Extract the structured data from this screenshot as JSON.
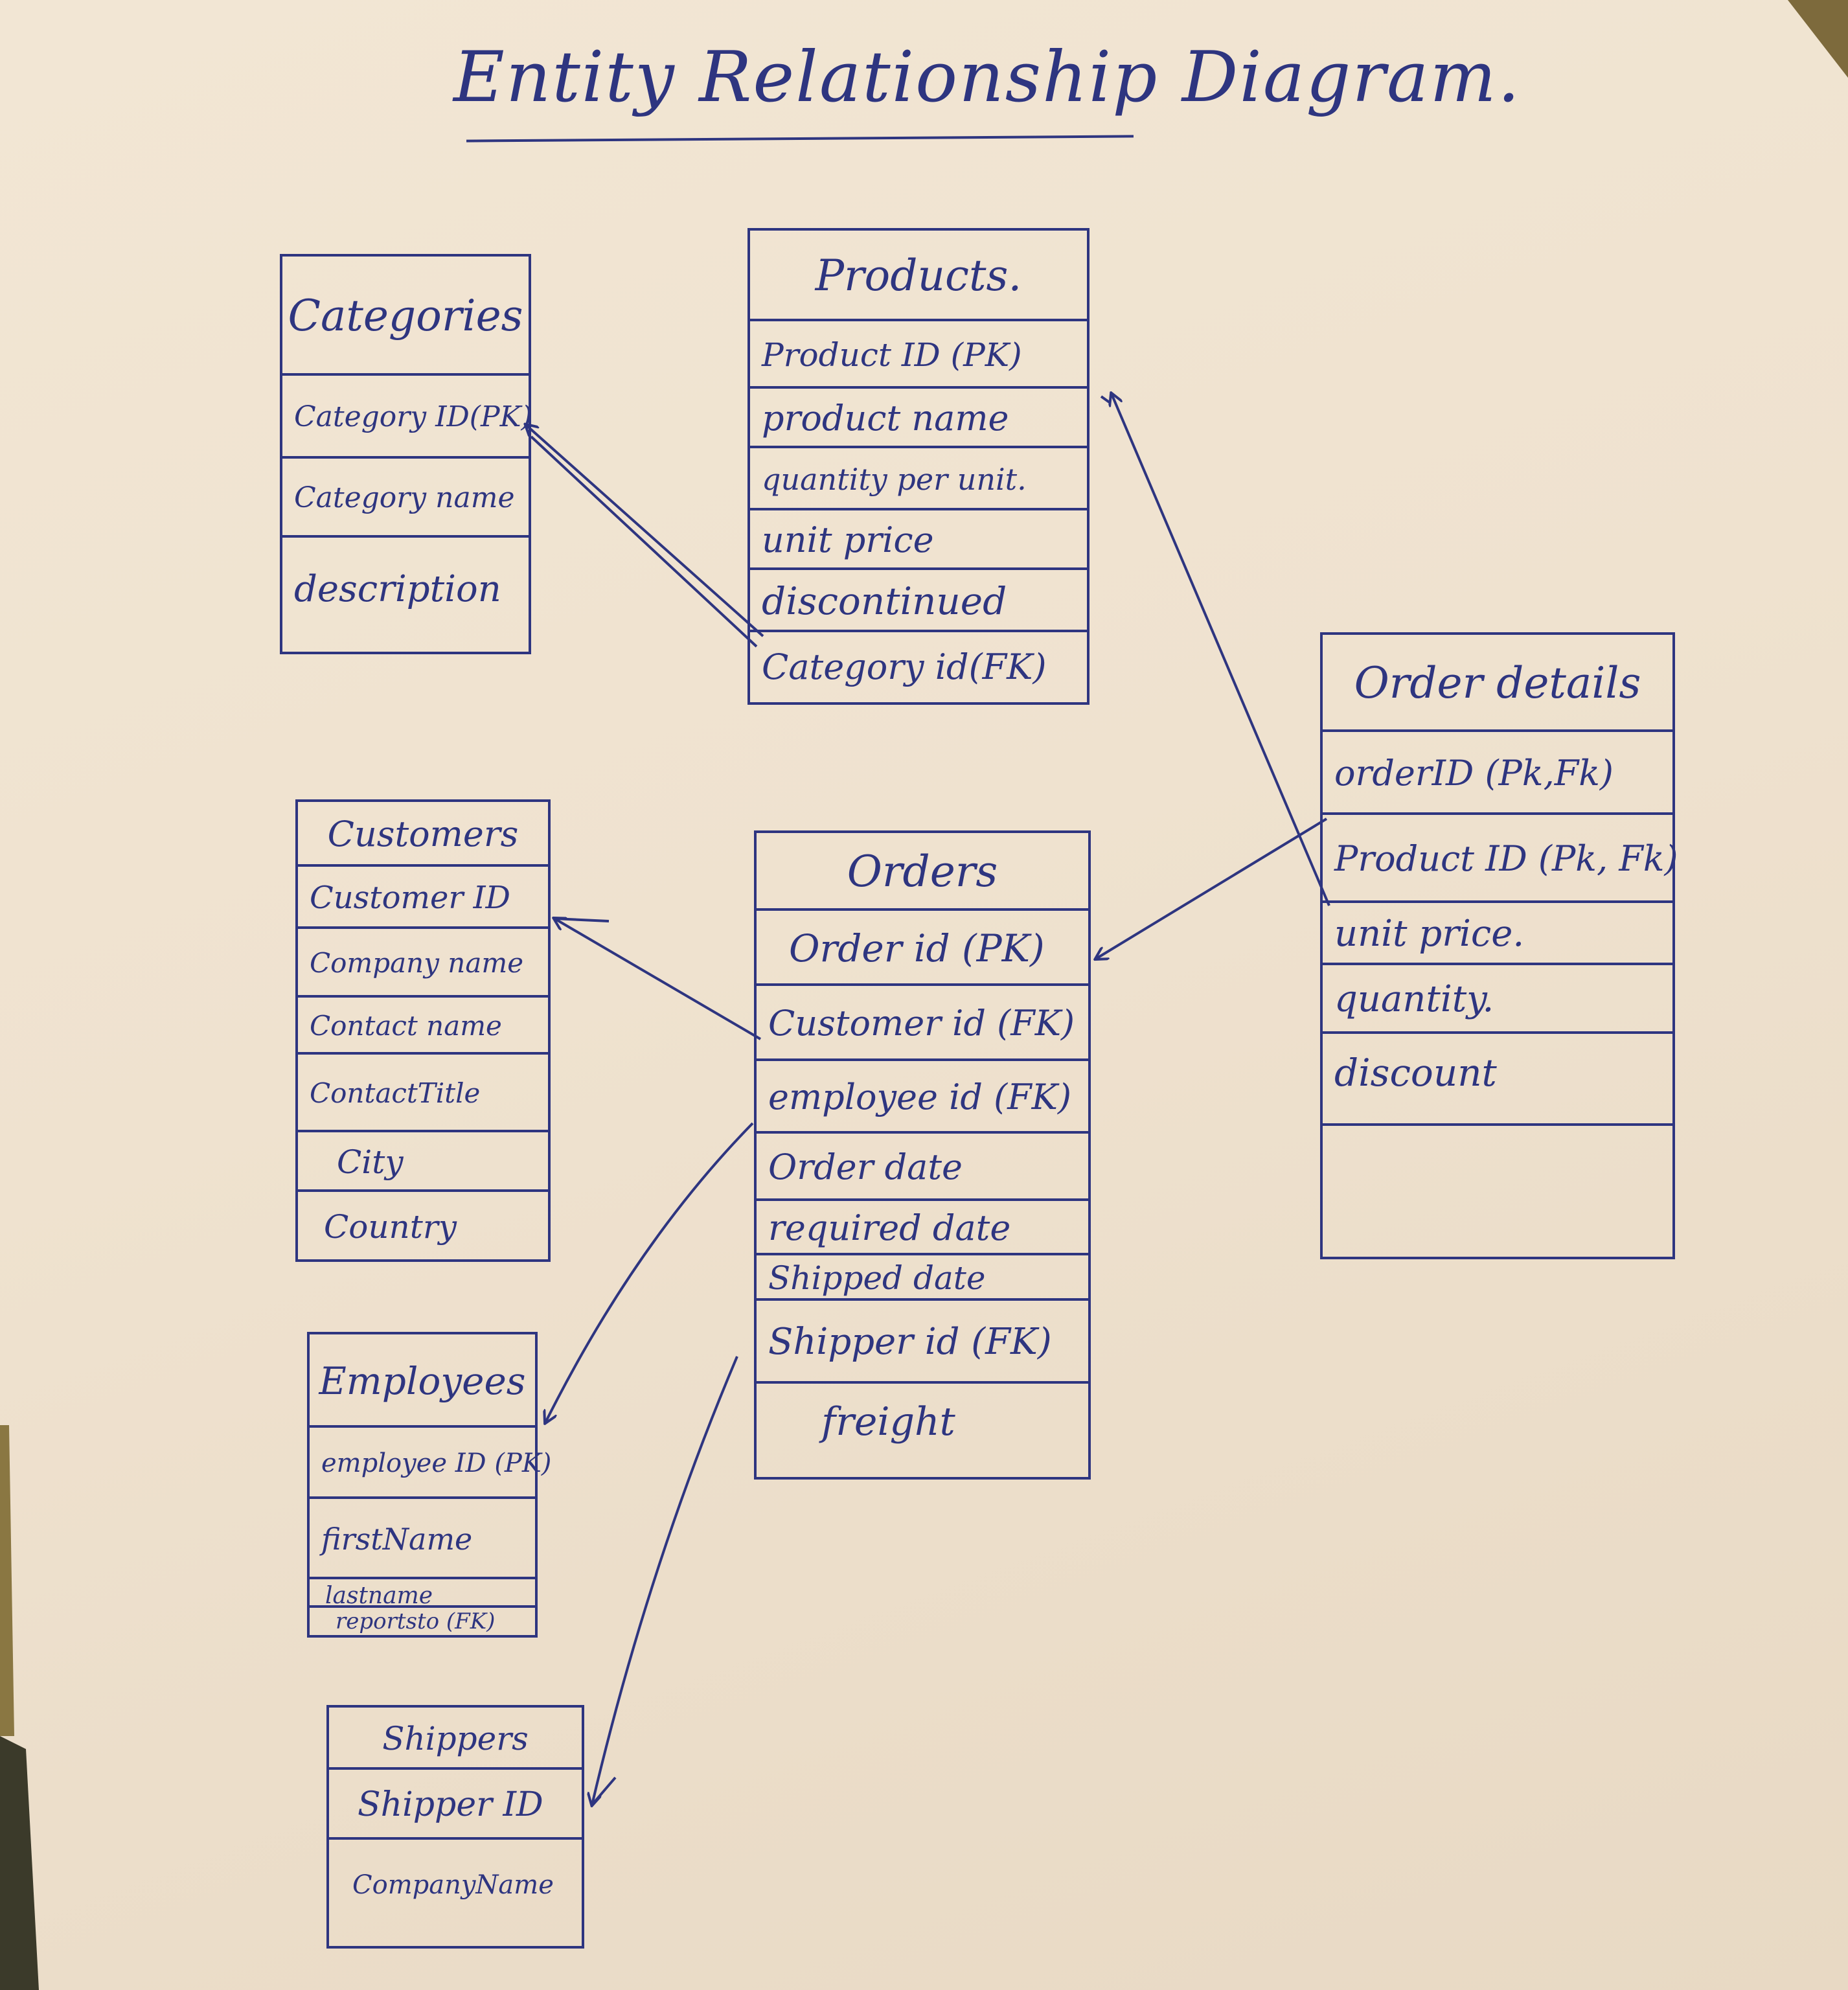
{
  "title": "Entity Relationship Diagram.",
  "ink_color": "#2e3580",
  "paper_color": "#efe2cf",
  "entities": {
    "categories": {
      "name": "Categories",
      "attributes": [
        "Category ID(PK)",
        "Category name",
        "description"
      ]
    },
    "products": {
      "name": "Products.",
      "attributes": [
        "Product ID (PK)",
        "product name",
        "quantity per unit.",
        "unit price",
        "discontinued",
        "Category id(FK)"
      ]
    },
    "order_details": {
      "name": "Order details",
      "attributes": [
        "orderID (Pk,Fk)",
        "Product ID (Pk, Fk)",
        "unit price.",
        "quantity.",
        "discount",
        ""
      ]
    },
    "customers": {
      "name": "Customers",
      "attributes": [
        "Customer ID",
        "Company name",
        "Contact name",
        "ContactTitle",
        "City",
        "Country"
      ]
    },
    "orders": {
      "name": "Orders",
      "attributes": [
        "Order id (PK)",
        "Customer id (FK)",
        "employee id (FK)",
        "Order date",
        "required date",
        "Shipped date",
        "Shipper id (FK)",
        "freight"
      ]
    },
    "employees": {
      "name": "Employees",
      "attributes": [
        "employee ID (PK)",
        "firstName",
        "lastname",
        "reportsto (FK)"
      ]
    },
    "shippers": {
      "name": "Shippers",
      "attributes": [
        "Shipper ID",
        "CompanyName"
      ]
    }
  },
  "relationships": [
    {
      "from": "Products.Category id(FK)",
      "to": "Categories.Category ID(PK)"
    },
    {
      "from": "Order details.Product ID (Pk, Fk)",
      "to": "Products.Product ID (PK)"
    },
    {
      "from": "Order details.orderID (Pk,Fk)",
      "to": "Orders.Order id (PK)"
    },
    {
      "from": "Orders.Customer id (FK)",
      "to": "Customers.Customer ID"
    },
    {
      "from": "Orders.employee id (FK)",
      "to": "Employees.employee ID (PK)"
    },
    {
      "from": "Orders.Shipper id (FK)",
      "to": "Shippers.Shipper ID"
    }
  ]
}
